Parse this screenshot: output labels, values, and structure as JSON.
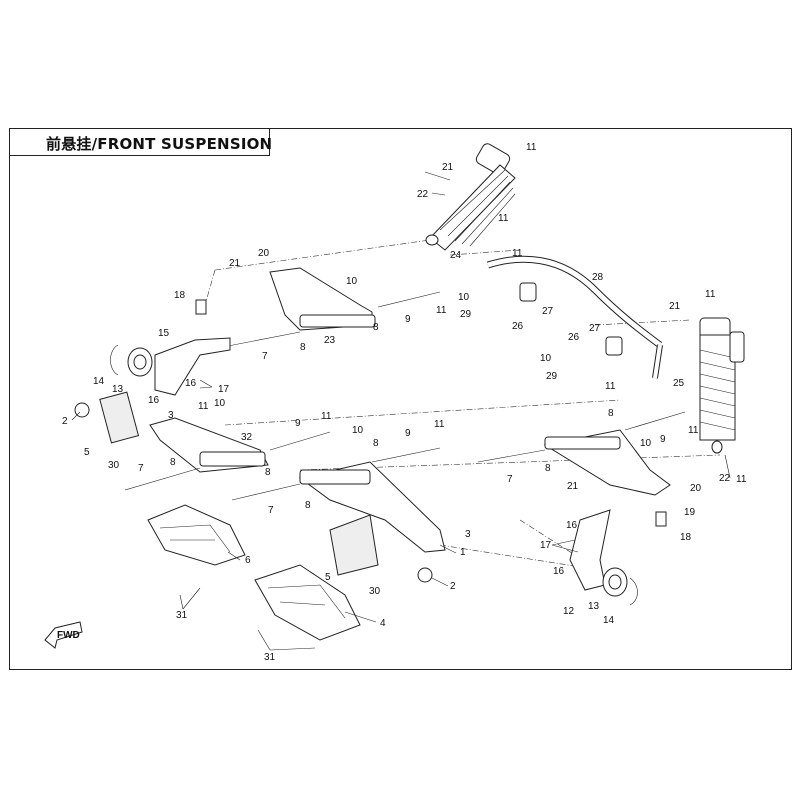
{
  "diagram": {
    "title": "前悬挂/FRONT SUSPENSION",
    "fwd_label": "FWD",
    "callouts": [
      "1",
      "2",
      "3",
      "4",
      "5",
      "6",
      "7",
      "8",
      "9",
      "10",
      "11",
      "12",
      "13",
      "14",
      "15",
      "16",
      "17",
      "18",
      "19",
      "20",
      "21",
      "22",
      "23",
      "24",
      "25",
      "26",
      "27",
      "28",
      "29",
      "30",
      "31",
      "32"
    ]
  }
}
